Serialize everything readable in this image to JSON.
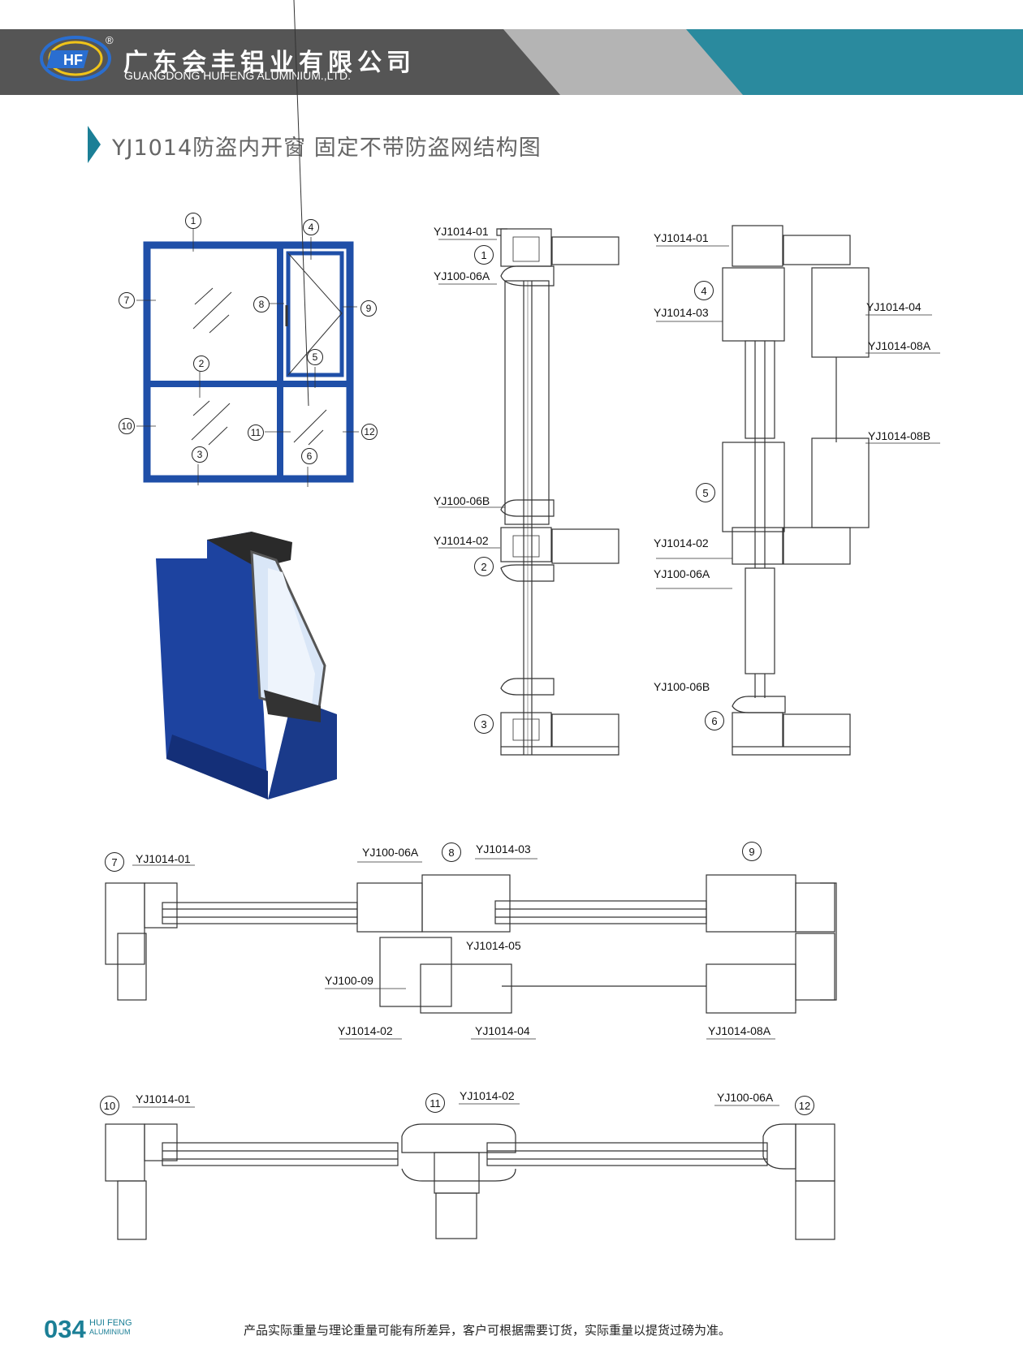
{
  "header": {
    "company_cn": "广东会丰铝业有限公司",
    "company_en": "GUANGDONG HUIFENG ALUMINIUM.,LTD.",
    "logo_text": "HF",
    "registered": "®"
  },
  "page_title": "YJ1014防盗内开窗 固定不带防盗网结构图",
  "elevation": {
    "callouts": [
      "1",
      "2",
      "3",
      "4",
      "5",
      "6",
      "7",
      "8",
      "9",
      "10",
      "11",
      "12"
    ]
  },
  "section_left": {
    "labels": [
      "YJ1014-01",
      "YJ100-06A",
      "YJ100-06B",
      "YJ1014-02"
    ],
    "callouts": [
      "1",
      "2",
      "3"
    ]
  },
  "section_right": {
    "labels": [
      "YJ1014-01",
      "YJ1014-03",
      "YJ1014-04",
      "YJ1014-08A",
      "YJ1014-08B",
      "YJ1014-02",
      "YJ100-06A",
      "YJ100-06B"
    ],
    "callouts": [
      "4",
      "5",
      "6"
    ]
  },
  "section_mid": {
    "labels": [
      "YJ1014-01",
      "YJ100-06A",
      "YJ1014-03",
      "YJ1014-05",
      "YJ100-09",
      "YJ1014-02",
      "YJ1014-04",
      "YJ1014-08A"
    ],
    "callouts": [
      "7",
      "8",
      "9"
    ]
  },
  "section_bottom": {
    "labels": [
      "YJ1014-01",
      "YJ1014-02",
      "YJ100-06A"
    ],
    "callouts": [
      "10",
      "11",
      "12"
    ]
  },
  "footer": {
    "page_number": "034",
    "brand_line1": "HUI FENG",
    "brand_line2": "ALUMINIUM",
    "note": "产品实际重量与理论重量可能有所差异，客户可根据需要订货，实际重量以提货过磅为准。"
  },
  "colors": {
    "header_dark": "#555555",
    "header_gray": "#b4b4b4",
    "header_teal": "#2a8a9e",
    "frame_blue": "#1f4fa8",
    "accent": "#1b7f96"
  }
}
